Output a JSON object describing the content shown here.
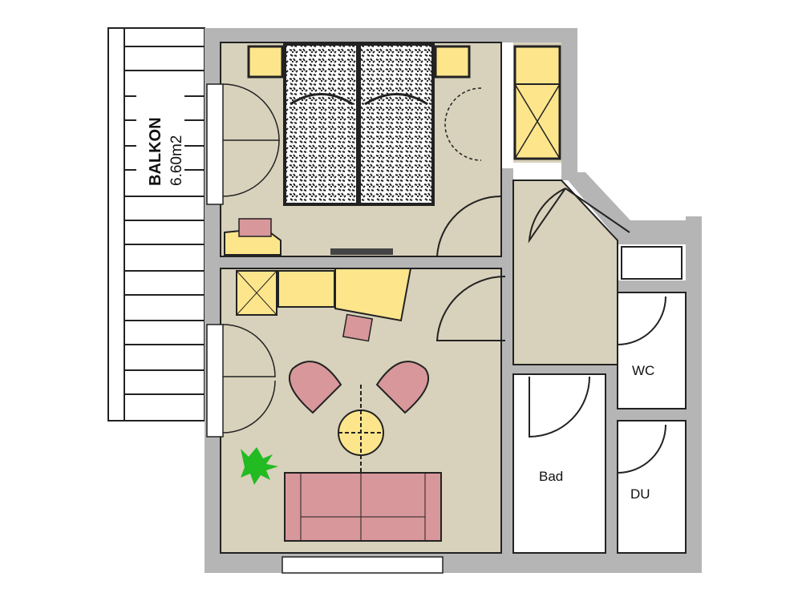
{
  "plan": {
    "balcony": {
      "name": "BALKON",
      "area": "6.60m2"
    },
    "rooms": {
      "wc": "WC",
      "bath": "Bad",
      "shower": "DU"
    }
  },
  "colors": {
    "wall": "#b5b5b5",
    "floor": "#d8d1bb",
    "furniture_yellow": "#fde58c",
    "furniture_pink": "#d8979a",
    "plant": "#22bb22"
  }
}
